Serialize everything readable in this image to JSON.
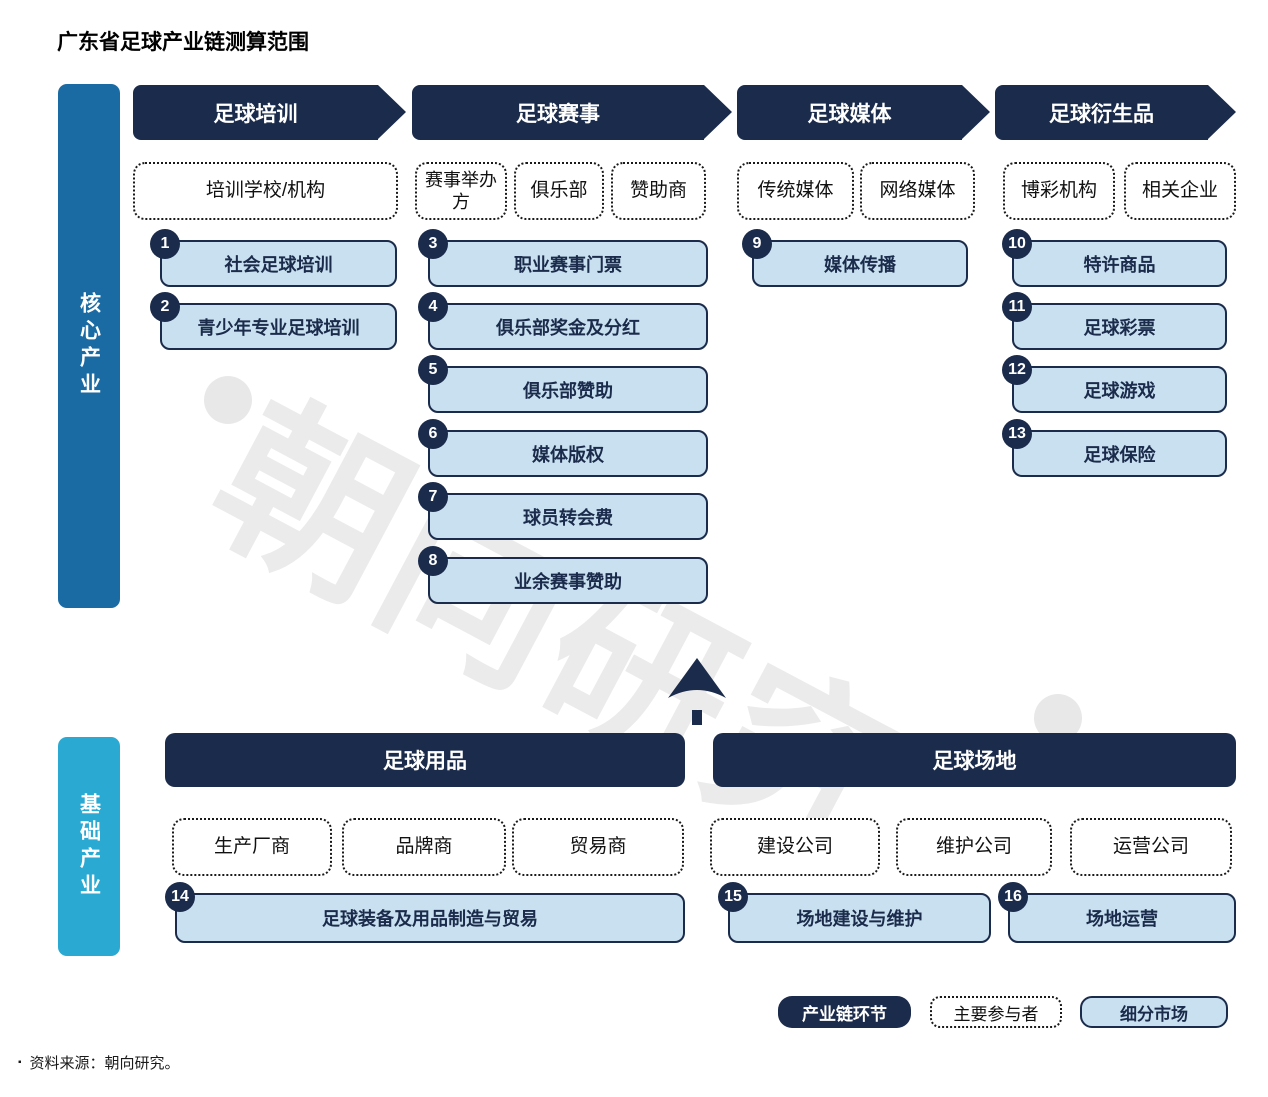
{
  "title": "广东省足球产业链测算范围",
  "watermark": "朝向研究",
  "colors": {
    "navy": "#1b2b4b",
    "segment_fill": "#c8e0ef",
    "core_sidebar_blue": "#1a6aa3",
    "base_sidebar_cyan": "#2aa9d2",
    "watermark_gray": "#ebebeb"
  },
  "sidebars": {
    "core": "核心产业",
    "base": "基础产业"
  },
  "banners": [
    {
      "label": "足球培训"
    },
    {
      "label": "足球赛事"
    },
    {
      "label": "足球媒体"
    },
    {
      "label": "足球衍生品"
    }
  ],
  "participants": [
    "培训学校/机构",
    "赛事举办方",
    "俱乐部",
    "赞助商",
    "传统媒体",
    "网络媒体",
    "博彩机构",
    "相关企业"
  ],
  "segments": [
    {
      "num": "1",
      "label": "社会足球培训"
    },
    {
      "num": "2",
      "label": "青少年专业足球培训"
    },
    {
      "num": "3",
      "label": "职业赛事门票"
    },
    {
      "num": "4",
      "label": "俱乐部奖金及分红"
    },
    {
      "num": "5",
      "label": "俱乐部赞助"
    },
    {
      "num": "6",
      "label": "媒体版权"
    },
    {
      "num": "7",
      "label": "球员转会费"
    },
    {
      "num": "8",
      "label": "业余赛事赞助"
    },
    {
      "num": "9",
      "label": "媒体传播"
    },
    {
      "num": "10",
      "label": "特许商品"
    },
    {
      "num": "11",
      "label": "足球彩票"
    },
    {
      "num": "12",
      "label": "足球游戏"
    },
    {
      "num": "13",
      "label": "足球保险"
    }
  ],
  "base_section": {
    "headers": [
      "足球用品",
      "足球场地"
    ],
    "participants": [
      "生产厂商",
      "品牌商",
      "贸易商",
      "建设公司",
      "维护公司",
      "运营公司"
    ],
    "segments": [
      {
        "num": "14",
        "label": "足球装备及用品制造与贸易"
      },
      {
        "num": "15",
        "label": "场地建设与维护"
      },
      {
        "num": "16",
        "label": "场地运营"
      }
    ]
  },
  "legend": [
    {
      "label": "产业链环节"
    },
    {
      "label": "主要参与者"
    },
    {
      "label": "细分市场"
    }
  ],
  "source_note": "资料来源：朝向研究。"
}
